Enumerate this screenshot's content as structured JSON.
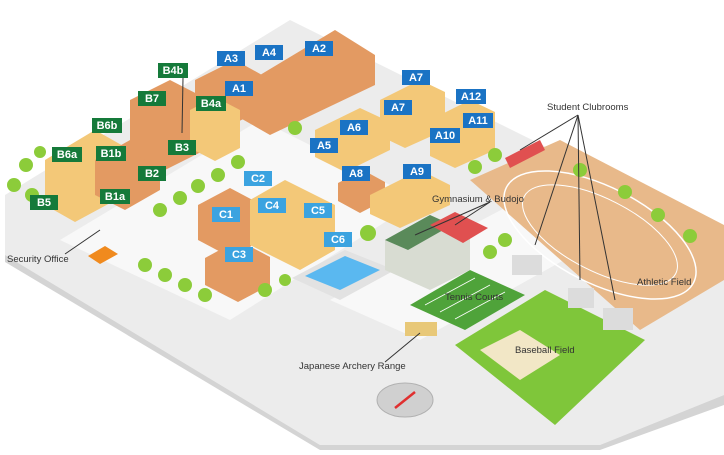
{
  "colors": {
    "a_label": "#1a73c4",
    "b_label": "#157a3a",
    "c_label": "#3ba3e0",
    "track": "#e8b98a",
    "field_green": "#7fc63a",
    "building_orange": "#e39a62",
    "building_yellow": "#f3c878",
    "tree": "#8ccc3a"
  },
  "buildings": {
    "A1": "A1",
    "A2": "A2",
    "A3": "A3",
    "A4": "A4",
    "A5": "A5",
    "A6": "A6",
    "A7a": "A7",
    "A7b": "A7",
    "A8": "A8",
    "A9": "A9",
    "A10": "A10",
    "A11": "A11",
    "A12": "A12",
    "B1a": "B1a",
    "B1b": "B1b",
    "B2": "B2",
    "B3": "B3",
    "B4a": "B4a",
    "B4b": "B4b",
    "B5": "B5",
    "B6a": "B6a",
    "B6b": "B6b",
    "B7": "B7",
    "C1": "C1",
    "C2": "C2",
    "C3": "C3",
    "C4": "C4",
    "C5": "C5",
    "C6": "C6"
  },
  "places": {
    "student_clubrooms": "Student Clubrooms",
    "gymnasium": "Gymnasium & Budojo",
    "athletic_field": "Athletic Field",
    "tennis_courts": "Tennis Courts",
    "baseball_field": "Baseball Field",
    "archery_range": "Japanese Archery Range",
    "security_office": "Security Office"
  }
}
